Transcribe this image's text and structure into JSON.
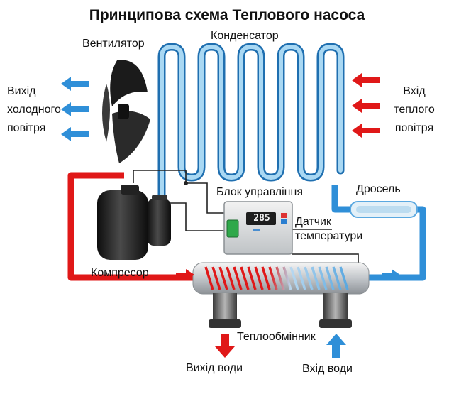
{
  "title": "Принципова схема Теплового насоса",
  "labels": {
    "fan": "Вентилятор",
    "condenser": "Конденсатор",
    "cold_air_out": [
      "Вихід",
      "холодного",
      "повітря"
    ],
    "warm_air_in": [
      "Вхід",
      "теплого",
      "повітря"
    ],
    "throttle": "Дросель",
    "control_unit": "Блок управління",
    "temp_sensor": [
      "Датчик",
      "температури"
    ],
    "compressor": "Компресор",
    "heat_exchanger": "Теплообмінник",
    "water_out": "Вихід води",
    "water_in": "Вхід води"
  },
  "display_value": "285",
  "colors": {
    "hot_pipe": "#e01818",
    "cold_pipe": "#2f8fd8",
    "condenser_coil": "#a9d8f3",
    "arrow_hot": "#e01818",
    "arrow_cold": "#2f8fd8"
  },
  "icons": {
    "fan": "fan-blade-icon",
    "compressor": "compressor-icon",
    "control_unit": "control-box-icon",
    "throttle": "throttle-valve-icon",
    "heat_exchanger": "heat-exchanger-icon"
  }
}
